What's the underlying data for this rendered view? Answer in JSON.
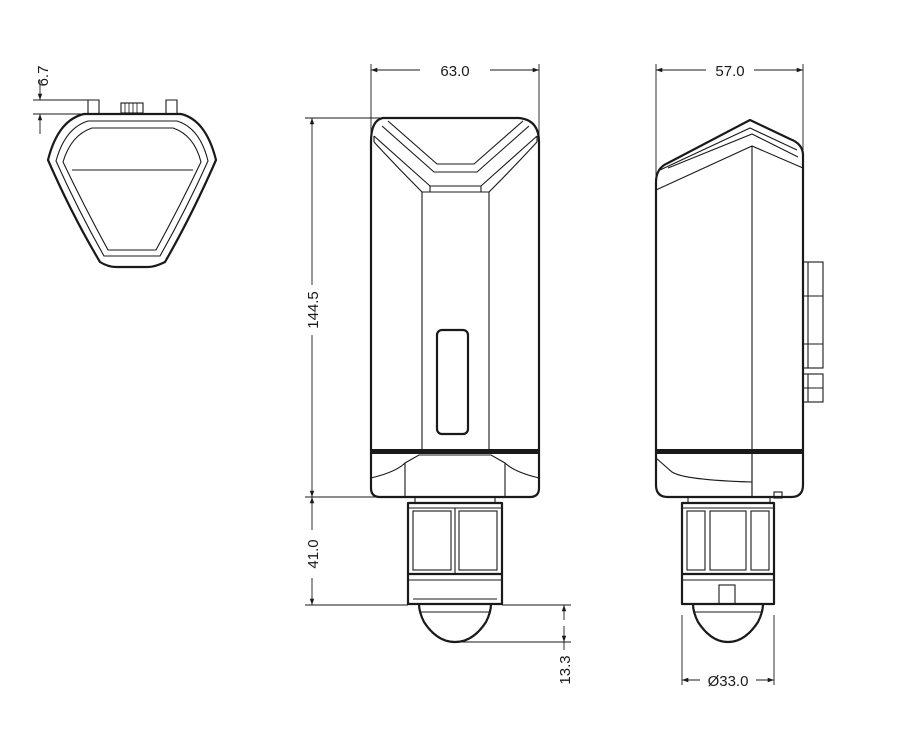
{
  "dimensions": {
    "top_view_height": "6.7",
    "front_width": "63.0",
    "side_width": "57.0",
    "body_height": "144.5",
    "gland_height": "41.0",
    "dome_height": "13.3",
    "dome_diameter": "Ø33.0"
  },
  "colors": {
    "line": "#1a1a1a",
    "background": "#ffffff"
  }
}
